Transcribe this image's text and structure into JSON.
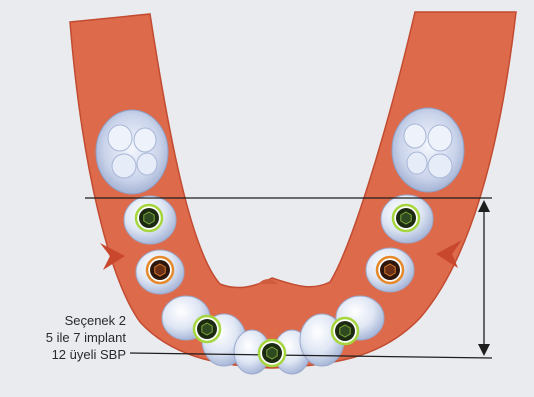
{
  "caption": {
    "line1": "Seçenek 2",
    "line2": "5 ile 7 implant",
    "line3": "12 üyeli SBP"
  },
  "colors": {
    "background": "#e9ebee",
    "gum": "#dd6a4a",
    "gum_edge": "#c24b31",
    "tooth": "#dde4f2",
    "tooth_shadow": "#9aa9cc",
    "implant_green": "#a6d63e",
    "implant_orange": "#e58a2c",
    "marker_arrow": "#c8472d",
    "line": "#1e1e1e"
  },
  "implants": {
    "green_count": 5,
    "orange_count": 2
  }
}
